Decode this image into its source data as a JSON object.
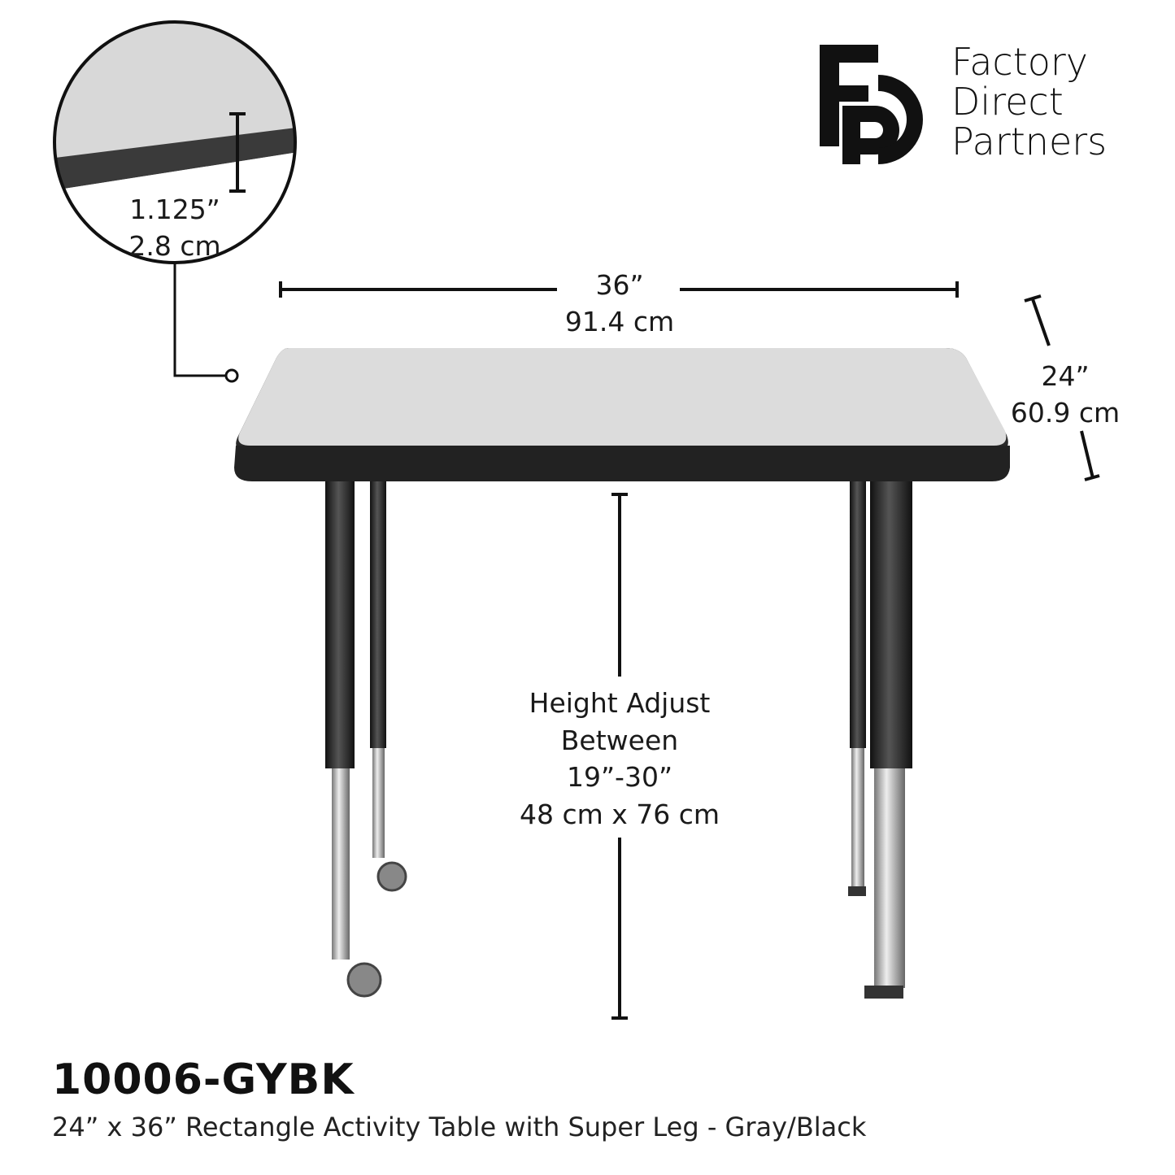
{
  "brand": {
    "name_lines": [
      "Factory",
      "Direct",
      "Partners"
    ],
    "logo_letters": "FDP"
  },
  "inset": {
    "thickness_in": "1.125”",
    "thickness_cm": "2.8 cm"
  },
  "width": {
    "in": "36”",
    "cm": "91.4 cm"
  },
  "depth": {
    "in": "24”",
    "cm": "60.9 cm"
  },
  "height": {
    "line1": "Height Adjust",
    "line2": "Between",
    "line3": "19”-30”",
    "line4": "48 cm x 76 cm"
  },
  "product": {
    "sku": "10006-GYBK",
    "description": "24” x 36” Rectangle Activity Table with Super Leg - Gray/Black"
  },
  "colors": {
    "top": "#dcdcdc",
    "edge": "#2a2a2a",
    "leg": "#1e1e1e",
    "chrome": "#b8b8b8"
  }
}
